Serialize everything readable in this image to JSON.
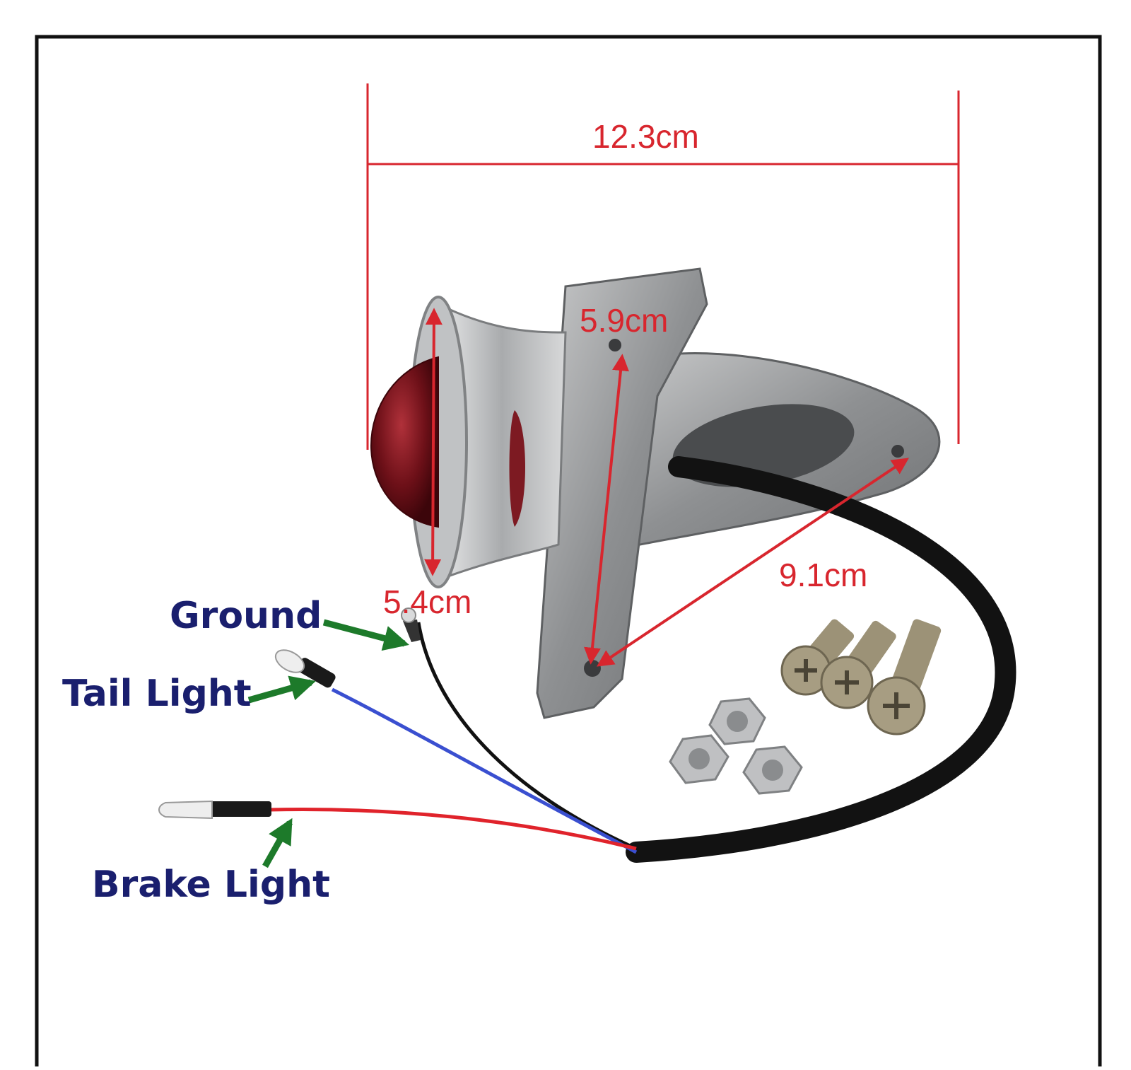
{
  "dimensions": {
    "overall_width": "12.3cm",
    "bracket_height": "5.9cm",
    "lens_diameter": "5.4cm",
    "mount_length": "9.1cm"
  },
  "wire_labels": {
    "ground": "Ground",
    "tail_light": "Tail Light",
    "brake_light": "Brake Light"
  },
  "colors": {
    "dimension_lines": "#d8262e",
    "label_text": "#1a1f6e",
    "pointer_arrows": "#1d7a2a",
    "wire_ground": "#111111",
    "wire_tail": "#3a4fd0",
    "wire_brake": "#e0232b"
  }
}
